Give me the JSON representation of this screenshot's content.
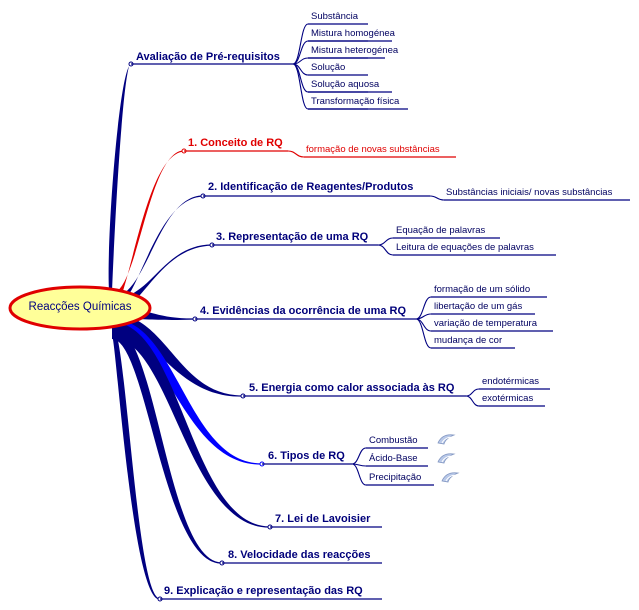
{
  "colors": {
    "primary": "#000080",
    "highlight": "#e00000",
    "bright": "#0000ff",
    "center_fill": "#ffff99"
  },
  "center": {
    "label": "Reacções Químicas"
  },
  "branches": [
    {
      "label": "Avaliação de Pré-requisitos",
      "children": [
        "Substância",
        "Mistura homogénea",
        "Mistura heterogénea",
        "Solução",
        "Solução aquosa",
        "Transformação física"
      ]
    },
    {
      "label": "1. Conceito de RQ",
      "color": "#e00000",
      "children": [
        "formação de novas substâncias"
      ]
    },
    {
      "label": "2. Identificação de Reagentes/Produtos",
      "children": [
        "Substâncias iniciais/ novas substâncias"
      ]
    },
    {
      "label": "3. Representação de uma RQ",
      "children": [
        "Equação de palavras",
        "Leitura de equações de palavras"
      ]
    },
    {
      "label": "4. Evidências da ocorrência de uma RQ",
      "children": [
        "formação de um sólido",
        "libertação de um gás",
        "variação de temperatura",
        "mudança de cor"
      ]
    },
    {
      "label": "5. Energia como calor associada às RQ",
      "children": [
        "endotérmicas",
        "exotérmicas"
      ]
    },
    {
      "label": "6. Tipos de RQ",
      "color": "#0000ff",
      "children": [
        "Combustão",
        "Ácido-Base",
        "Precipitação"
      ],
      "child_icon": "wave-link-icon"
    },
    {
      "label": "7. Lei de Lavoisier",
      "children": []
    },
    {
      "label": "8. Velocidade das reacções",
      "children": []
    },
    {
      "label": "9. Explicação e representação das RQ",
      "children": []
    }
  ]
}
